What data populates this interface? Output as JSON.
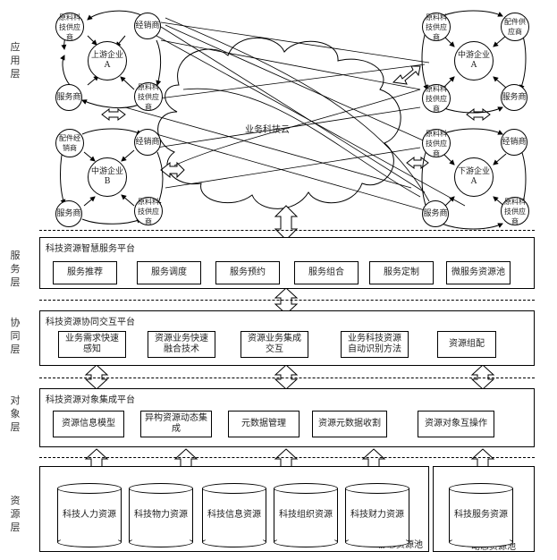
{
  "layers": {
    "app": "应用层",
    "service": "服务层",
    "collab": "协同层",
    "object": "对象层",
    "resource": "资源层"
  },
  "cloud_label": "业务科技云",
  "app_nodes": {
    "tl": {
      "center": "上游企业A",
      "nw": "原料科技供应商",
      "ne": "经销商",
      "sw": "服务商",
      "se": "原料科技供应商"
    },
    "bl": {
      "center": "中游企业B",
      "nw": "配件经销商",
      "ne": "经销商",
      "sw": "服务商",
      "se": "原料科技供应商"
    },
    "tr": {
      "center": "中游企业A",
      "nw": "原料科技供应商",
      "ne": "配件供应商",
      "sw": "原料科技供应商",
      "se": "服务商"
    },
    "br": {
      "center": "下游企业A",
      "nw": "原料科技供应商",
      "ne": "经销商",
      "sw": "服务商",
      "se": "原料科技供应商"
    }
  },
  "service_panel": {
    "title": "科技资源智慧服务平台",
    "items": [
      "服务推荐",
      "服务调度",
      "服务预约",
      "服务组合",
      "服务定制",
      "微服务资源池"
    ]
  },
  "collab_panel": {
    "title": "科技资源协同交互平台",
    "items": [
      "业务需求快速感知",
      "资源业务快速融合技术",
      "资源业务集成交互",
      "业务科技资源自动识别方法",
      "资源组配"
    ]
  },
  "object_panel": {
    "title": "科技资源对象集成平台",
    "items": [
      "资源信息模型",
      "异构资源动态集成",
      "元数据管理",
      "资源元数据收割",
      "资源对象互操作"
    ]
  },
  "static_pool": {
    "label": "静态资源池",
    "items": [
      "科技人力资源",
      "科技物力资源",
      "科技信息资源",
      "科技组织资源",
      "科技财力资源"
    ]
  },
  "dynamic_pool": {
    "label": "动态资源池",
    "items": [
      "科技服务资源"
    ]
  }
}
